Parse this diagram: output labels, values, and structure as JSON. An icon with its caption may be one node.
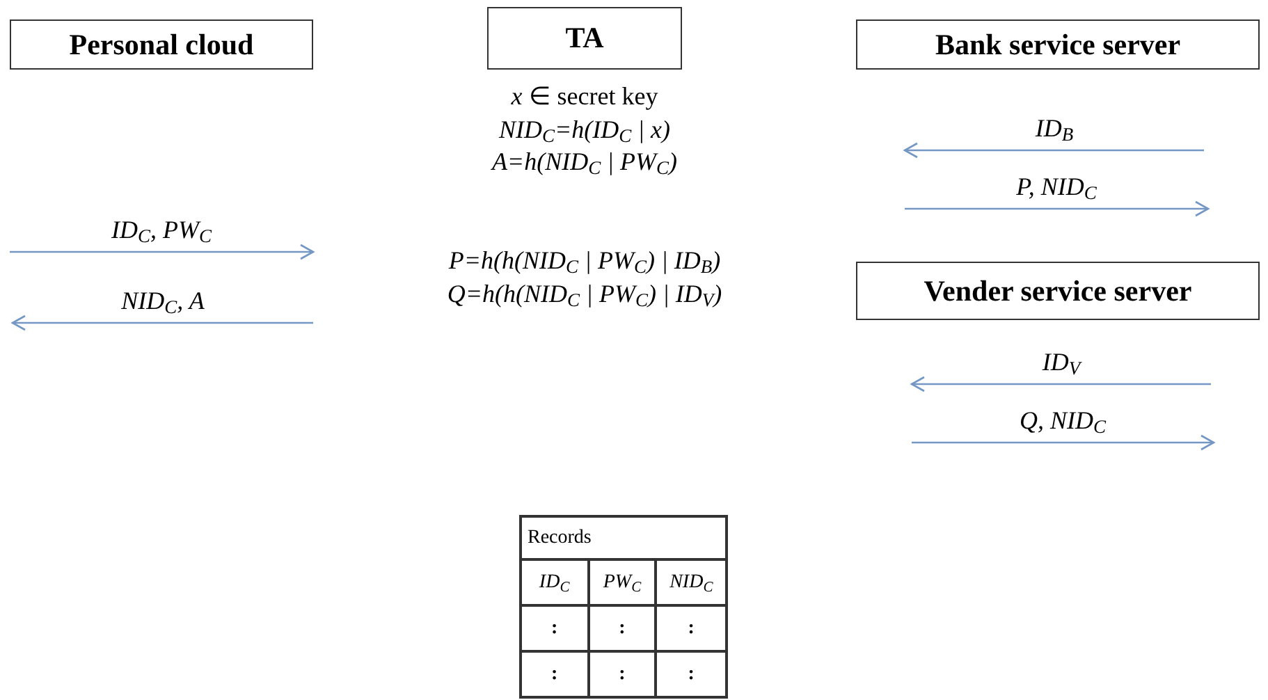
{
  "diagram": {
    "nodes": [
      {
        "text": [
          "Personal cloud"
        ]
      },
      {
        "text": [
          "TA"
        ]
      },
      {
        "text": [
          "Bank service server"
        ]
      },
      {
        "text": [
          "Vender service server"
        ]
      }
    ],
    "labels": [
      "*x* ∈ secret key",
      "NID$_{C}$=h(ID$_{C}$ | x)",
      "A=h(NID$_{C}$ | PW$_{C}$)",
      "ID$_{B}$",
      "P, NID$_{C}$",
      "ID$_{C}$, PW$_{C}$",
      "NID$_{C}$, A",
      "P=h(h(NID$_{C}$ | PW$_{C}$) | ID$_{B}$)",
      "Q=h(h(NID$_{C}$ | PW$_{C}$) | ID$_{V}$)",
      "ID$_{V}$",
      "Q, NID$_{C}$",
      "Records",
      "ID$_{C}$",
      "PW$_{C}$",
      "NID$_{C}$",
      ":",
      ":",
      ":",
      ":",
      ":",
      ":"
    ]
  }
}
